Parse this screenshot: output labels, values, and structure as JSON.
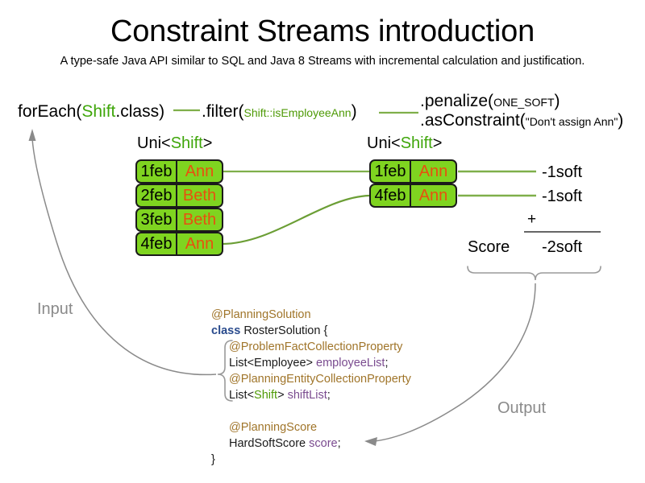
{
  "header": {
    "title": "Constraint Streams introduction",
    "subtitle": "A type-safe Java API similar to SQL and Java 8 Streams with incremental calculation and justification."
  },
  "pipeline": {
    "foreach": {
      "call": "forEach(",
      "type": "Shift",
      "tail": ".class)"
    },
    "filter": {
      "call": ".filter(",
      "arg": "Shift::isEmployeeAnn",
      "tail": ")"
    },
    "penalize": {
      "call": ".penalize(",
      "arg": "ONE_SOFT",
      "tail": ")"
    },
    "asconstraint": {
      "call": ".asConstraint(",
      "arg": "\"Don't assign Ann\"",
      "tail": ")"
    }
  },
  "streams": {
    "left": {
      "uni_prefix": "Uni<",
      "uni_type": "Shift",
      "uni_suffix": ">",
      "rows": [
        {
          "date": "1feb",
          "employee": "Ann"
        },
        {
          "date": "2feb",
          "employee": "Beth"
        },
        {
          "date": "3feb",
          "employee": "Beth"
        },
        {
          "date": "4feb",
          "employee": "Ann"
        }
      ]
    },
    "right": {
      "uni_prefix": "Uni<",
      "uni_type": "Shift",
      "uni_suffix": ">",
      "rows": [
        {
          "date": "1feb",
          "employee": "Ann",
          "penalty": "-1soft"
        },
        {
          "date": "4feb",
          "employee": "Ann",
          "penalty": "-1soft"
        }
      ]
    }
  },
  "score": {
    "plus": "+",
    "label": "Score",
    "total": "-2soft"
  },
  "flow_labels": {
    "input": "Input",
    "output": "Output"
  },
  "code": {
    "lines": [
      {
        "indent": 0,
        "parts": [
          {
            "text": "@PlanningSolution",
            "style": "ann"
          }
        ]
      },
      {
        "indent": 0,
        "parts": [
          {
            "text": "class",
            "style": "kw"
          },
          {
            "text": " RosterSolution {",
            "style": "plain"
          }
        ]
      },
      {
        "indent": 1,
        "parts": [
          {
            "text": "@ProblemFactCollectionProperty",
            "style": "ann"
          }
        ]
      },
      {
        "indent": 1,
        "parts": [
          {
            "text": "List<Employee> ",
            "style": "plain"
          },
          {
            "text": "employeeList",
            "style": "fld"
          },
          {
            "text": ";",
            "style": "plain"
          }
        ]
      },
      {
        "indent": 1,
        "parts": [
          {
            "text": "@PlanningEntityCollectionProperty",
            "style": "ann"
          }
        ]
      },
      {
        "indent": 1,
        "parts": [
          {
            "text": "List<",
            "style": "plain"
          },
          {
            "text": "Shift",
            "style": "green"
          },
          {
            "text": "> ",
            "style": "plain"
          },
          {
            "text": "shiftList",
            "style": "fld"
          },
          {
            "text": ";",
            "style": "plain"
          }
        ]
      },
      {
        "indent": 1,
        "parts": [
          {
            "text": "",
            "style": "plain"
          }
        ]
      },
      {
        "indent": 1,
        "parts": [
          {
            "text": "@PlanningScore",
            "style": "ann"
          }
        ]
      },
      {
        "indent": 1,
        "parts": [
          {
            "text": "HardSoftScore ",
            "style": "plain"
          },
          {
            "text": "score",
            "style": "fld"
          },
          {
            "text": ";",
            "style": "plain"
          }
        ]
      },
      {
        "indent": 0,
        "parts": [
          {
            "text": "}",
            "style": "plain"
          }
        ]
      }
    ]
  },
  "colors": {
    "shift_fill": "#7FD420",
    "shift_border": "#1a1a1a",
    "employee_text": "#E8500F",
    "stream_line": "#7FAF4A",
    "type_green": "#3FA60A",
    "flow_arrow": "#8a8a8a",
    "annotation": "#A0752A",
    "keyword": "#2A4B8D",
    "field": "#7A4B8F"
  }
}
